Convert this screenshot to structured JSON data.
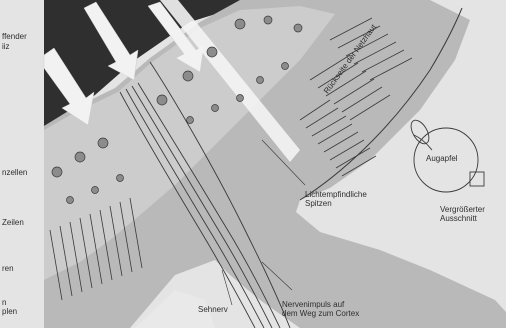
{
  "left_margin_fragments": [
    "ffender",
    "iiz",
    "nzellen",
    "Zeilen",
    "ren",
    "n",
    "plen"
  ],
  "labels": {
    "retina_back": "Rückseite der Netzhaut",
    "photosensitive_tips": [
      "Lichtempfindliche",
      "Spitzen"
    ],
    "optic_nerve": "Sehnerv",
    "nerve_impulse": [
      "Nervenimpuls auf",
      "dem Weg zum Cortex"
    ],
    "eyeball": "Augapfel",
    "magnified_section": [
      "Vergrößerter",
      "Ausschnitt"
    ]
  },
  "colors": {
    "background": "#e4e4e4",
    "dark_region": "#2f2f2f",
    "tissue": "#b9b9b9",
    "tissue_light": "#cfcfcf",
    "nerve_bundle": "#9e9e9e",
    "line": "#3a3a3a",
    "light_arrow": "#f2f2f2"
  }
}
